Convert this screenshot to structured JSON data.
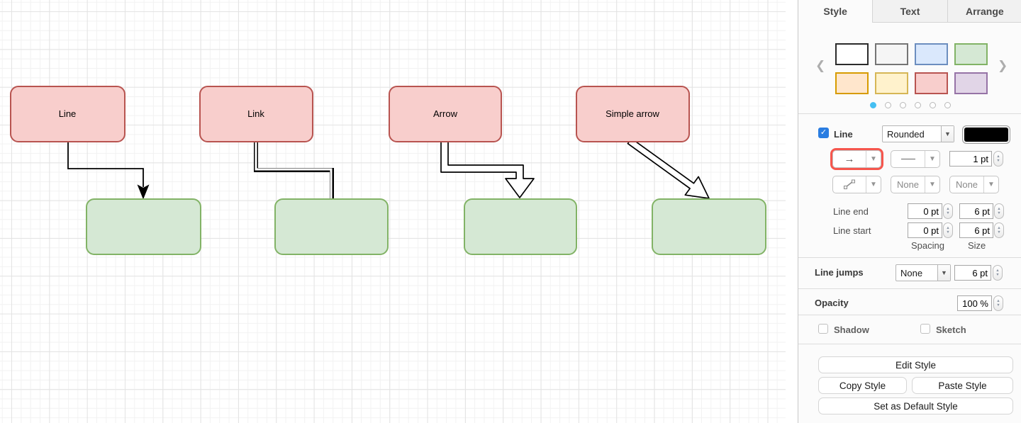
{
  "canvas": {
    "nodes": [
      {
        "label": "Line"
      },
      {
        "label": "Link"
      },
      {
        "label": "Arrow"
      },
      {
        "label": "Simple arrow"
      }
    ],
    "connector_types": [
      "line",
      "link",
      "arrow",
      "simple arrow"
    ],
    "colors": {
      "source_fill": "#f8cecc",
      "source_stroke": "#b85450",
      "target_fill": "#d5e8d4",
      "target_stroke": "#82b366",
      "edge_stroke": "#000000",
      "grid_minor": "#f2f2f2",
      "grid_major": "#e3e3e3"
    }
  },
  "panel": {
    "tabs": [
      {
        "label": "Style",
        "active": true
      },
      {
        "label": "Text",
        "active": false
      },
      {
        "label": "Arrange",
        "active": false
      }
    ],
    "swatches": [
      {
        "name": "white",
        "fill": "#ffffff",
        "stroke": "#2b2b2b"
      },
      {
        "name": "gray",
        "fill": "#f5f5f5",
        "stroke": "#757575"
      },
      {
        "name": "blue",
        "fill": "#dae8fc",
        "stroke": "#6c8ebf"
      },
      {
        "name": "green",
        "fill": "#d5e8d4",
        "stroke": "#82b366"
      },
      {
        "name": "orange",
        "fill": "#ffe6cc",
        "stroke": "#d79b00"
      },
      {
        "name": "yellow",
        "fill": "#fff2cc",
        "stroke": "#d6b656"
      },
      {
        "name": "red",
        "fill": "#f8cecc",
        "stroke": "#b85450"
      },
      {
        "name": "purple",
        "fill": "#e1d5e7",
        "stroke": "#9673a6"
      }
    ],
    "pagination": {
      "dot_count": 6,
      "active_index": 0,
      "active_color": "#45bff2"
    },
    "line_section": {
      "label": "Line",
      "checked": true,
      "corner_style": "Rounded",
      "line_color": "#000000",
      "width_value": "1 pt",
      "highlight_color": "#f6564d",
      "connection_value": "None",
      "waypoints_value": "None",
      "line_end_label": "Line end",
      "line_start_label": "Line start",
      "line_end_spacing": "0 pt",
      "line_end_size": "6 pt",
      "line_start_spacing": "0 pt",
      "line_start_size": "6 pt",
      "spacing_label": "Spacing",
      "size_label": "Size"
    },
    "line_jumps": {
      "label": "Line jumps",
      "value": "None",
      "size": "6 pt"
    },
    "opacity": {
      "label": "Opacity",
      "value": "100 %"
    },
    "effects": {
      "shadow_label": "Shadow",
      "shadow_checked": false,
      "sketch_label": "Sketch",
      "sketch_checked": false
    },
    "buttons": {
      "edit": "Edit Style",
      "copy": "Copy Style",
      "paste": "Paste Style",
      "set_default": "Set as Default Style"
    }
  }
}
